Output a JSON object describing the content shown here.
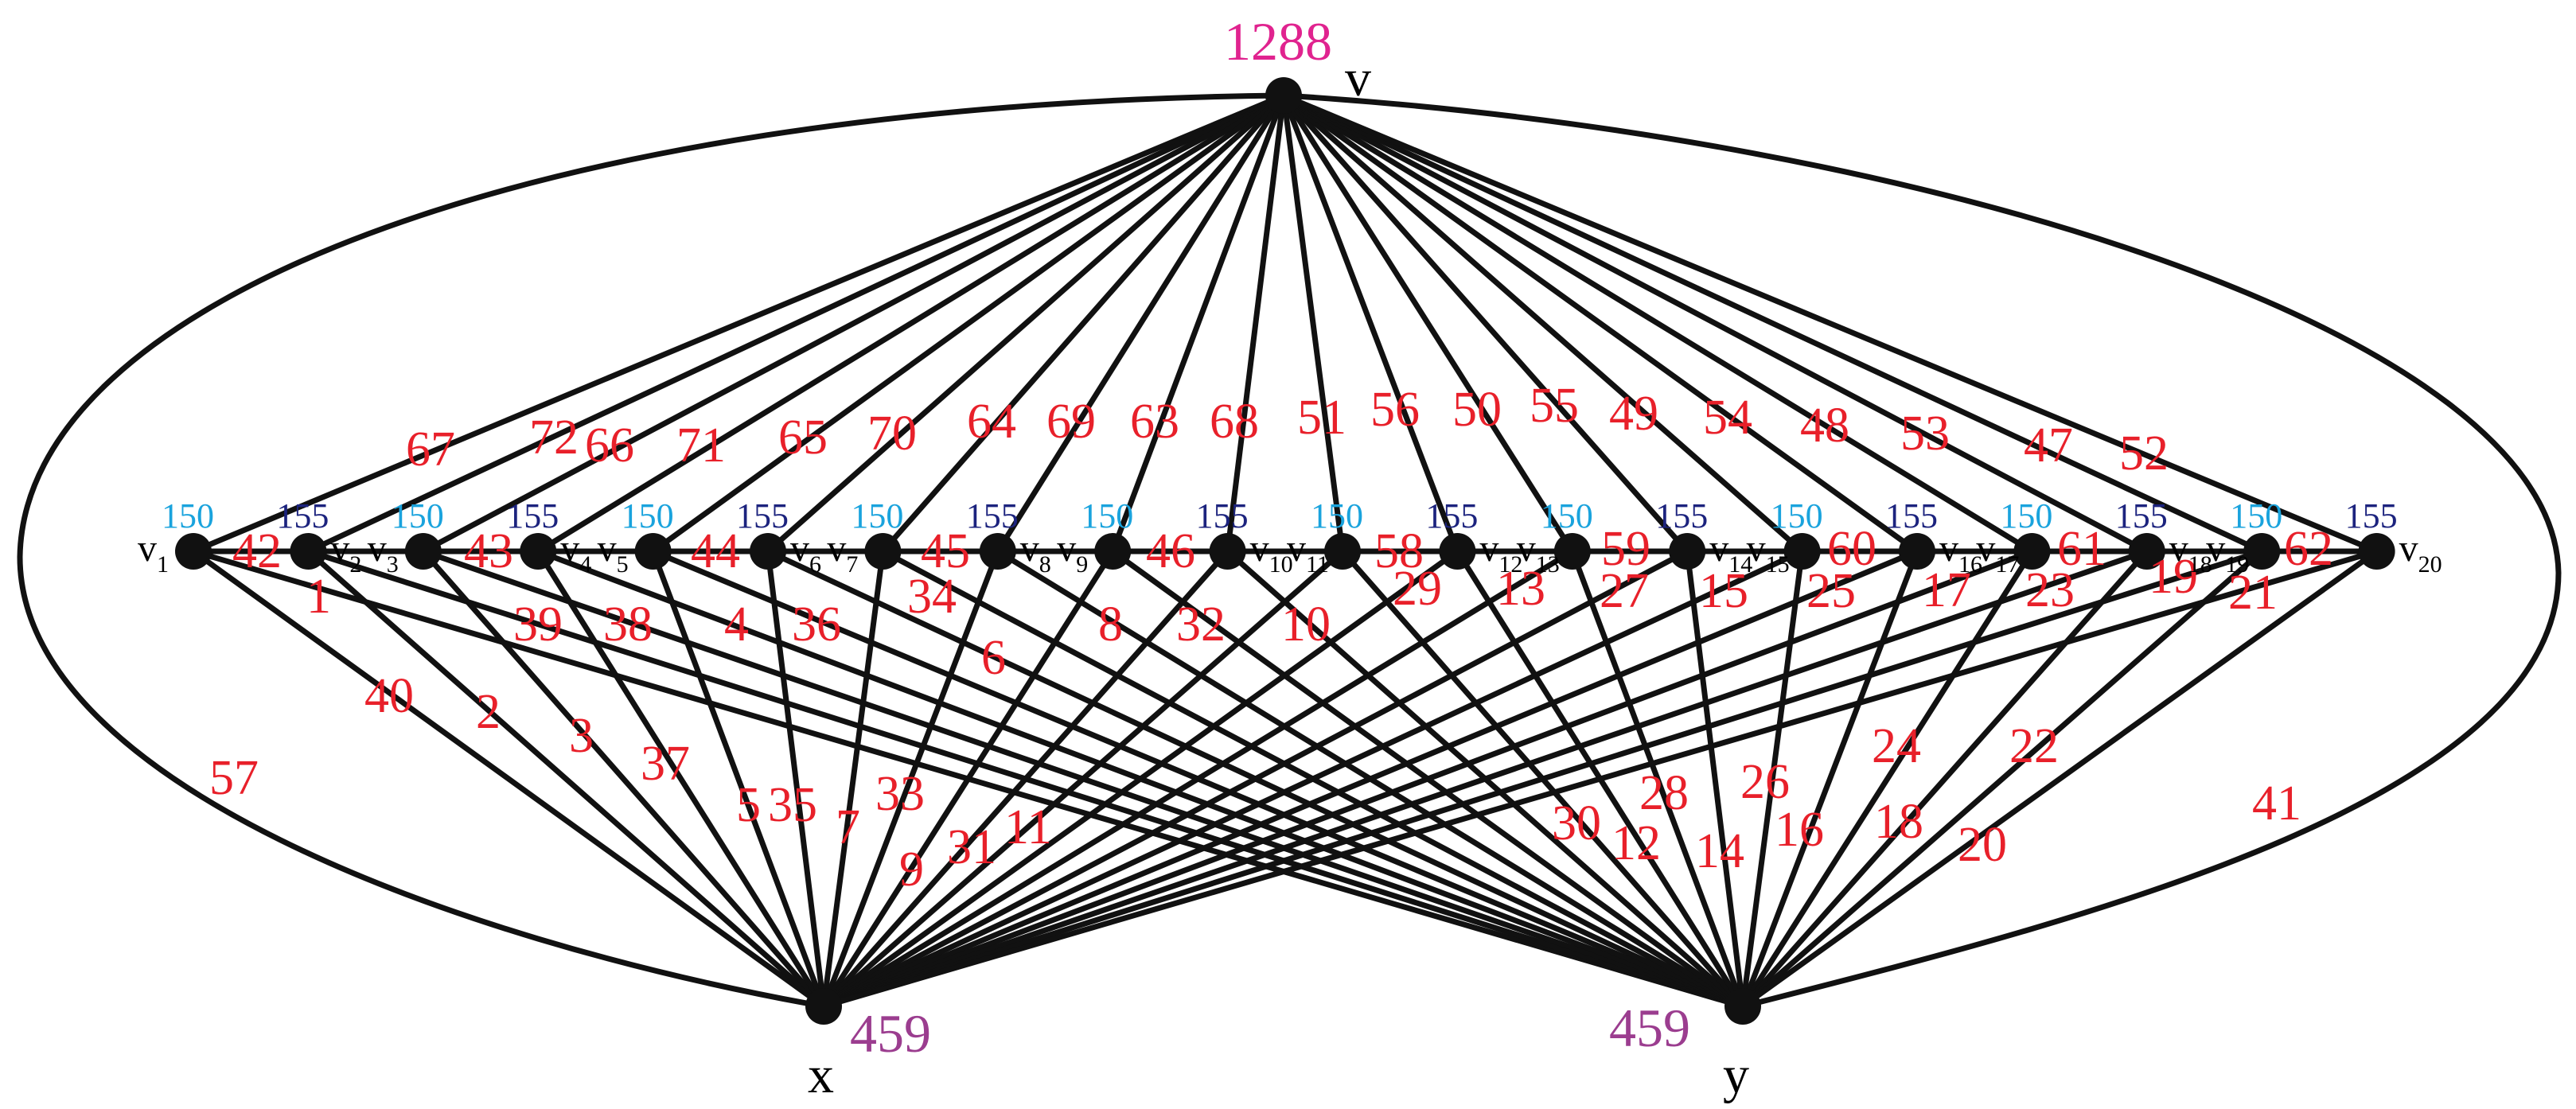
{
  "colors": {
    "edge": "#111111",
    "edge_label": "#e8202a",
    "hub_label": "#e0238f",
    "xy_label": "#9b3d8f",
    "weight_150": "#1aa3dd",
    "weight_155": "#1c237e"
  },
  "hub": {
    "name": "v",
    "label": "1288"
  },
  "x": {
    "name": "x",
    "label": "459"
  },
  "y": {
    "name": "y",
    "label": "459"
  },
  "vertices": [
    {
      "base": "v",
      "sub": "1",
      "weight": "150"
    },
    {
      "base": "v",
      "sub": "2",
      "weight": "155"
    },
    {
      "base": "v",
      "sub": "3",
      "weight": "150"
    },
    {
      "base": "v",
      "sub": "4",
      "weight": "155"
    },
    {
      "base": "v",
      "sub": "5",
      "weight": "150"
    },
    {
      "base": "v",
      "sub": "6",
      "weight": "155"
    },
    {
      "base": "v",
      "sub": "7",
      "weight": "150"
    },
    {
      "base": "v",
      "sub": "8",
      "weight": "155"
    },
    {
      "base": "v",
      "sub": "9",
      "weight": "150"
    },
    {
      "base": "v",
      "sub": "10",
      "weight": "155"
    },
    {
      "base": "v",
      "sub": "11",
      "weight": "150"
    },
    {
      "base": "v",
      "sub": "12",
      "weight": "155"
    },
    {
      "base": "v",
      "sub": "13",
      "weight": "150"
    },
    {
      "base": "v",
      "sub": "14",
      "weight": "155"
    },
    {
      "base": "v",
      "sub": "15",
      "weight": "150"
    },
    {
      "base": "v",
      "sub": "16",
      "weight": "155"
    },
    {
      "base": "v",
      "sub": "17",
      "weight": "150"
    },
    {
      "base": "v",
      "sub": "18",
      "weight": "155"
    },
    {
      "base": "v",
      "sub": "19",
      "weight": "150"
    },
    {
      "base": "v",
      "sub": "20",
      "weight": "155"
    }
  ],
  "path_edge_labels": [
    "42",
    "43",
    "44",
    "45",
    "46",
    "58",
    "59",
    "60",
    "61",
    "62"
  ],
  "hub_edge_labels": [
    "67",
    "72",
    "66",
    "71",
    "65",
    "70",
    "64",
    "69",
    "63",
    "68",
    "51",
    "56",
    "50",
    "55",
    "49",
    "54",
    "48",
    "53",
    "47",
    "52"
  ],
  "xy_edge_labels": [
    "57",
    "41"
  ],
  "lower_edge_labels": [
    "1",
    "40",
    "2",
    "39",
    "38",
    "3",
    "37",
    "4",
    "36",
    "5",
    "35",
    "6",
    "34",
    "7",
    "33",
    "8",
    "32",
    "9",
    "31",
    "10",
    "11",
    "29",
    "30",
    "12",
    "13",
    "28",
    "27",
    "14",
    "15",
    "26",
    "25",
    "16",
    "17",
    "24",
    "23",
    "18",
    "19",
    "22",
    "21",
    "20"
  ]
}
